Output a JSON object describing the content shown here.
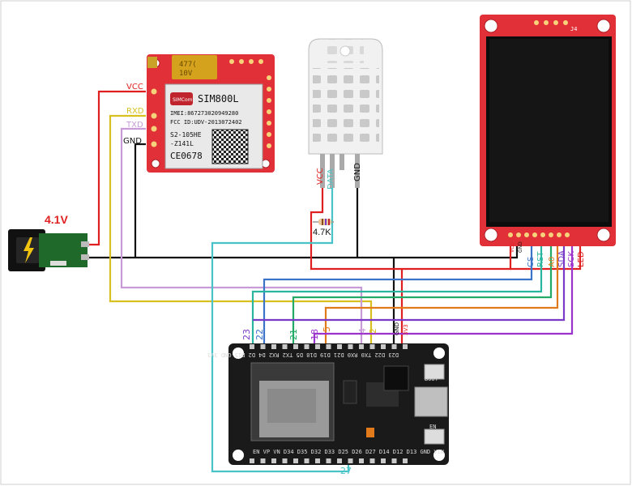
{
  "colors": {
    "vcc": "#e02020",
    "gnd": "#111111",
    "rxd": "#d8c020",
    "txd": "#c89ad8",
    "data": "#49c3c7",
    "blue": "#3a73c8",
    "teal": "#2ab5a0",
    "green": "#22aa66",
    "orange": "#e07a1a",
    "purple": "#7a3ac8",
    "violet": "#9c33cc",
    "red_board": "#e23038",
    "esp_black": "#1a1a1a"
  },
  "battery": {
    "voltage_label": "4.1V",
    "icon": "lightning-bolt-icon"
  },
  "sim800l": {
    "title": "SIM800L",
    "imei": "IMEI:867273020949280",
    "fcc": "FCC ID:UDV-2013072402",
    "model1": "S2-105HE",
    "model2": "-Z141L",
    "ce": "CE0678",
    "pins": {
      "vcc": "VCC",
      "rxd": "RXD",
      "txd": "TXD",
      "gnd": "GND"
    }
  },
  "dht": {
    "pins": {
      "vcc": "VCC",
      "data": "DATA",
      "gnd": "GND"
    }
  },
  "resistor": {
    "label": "4.7K"
  },
  "tft": {
    "pins": [
      "VCC",
      "GND",
      "CS",
      "RST",
      "A0",
      "SDA",
      "SCK",
      "LED"
    ],
    "header_label": "J4"
  },
  "esp32": {
    "wire_labels": [
      "23",
      "22",
      "21",
      "18",
      "5",
      "4",
      "2",
      "GND",
      "3V3",
      "27"
    ],
    "top_pins": "D23 D22 TX0 RX0 D21 D19 D18 D5 TX2 RX2 D4 D2 D15 GND 3V3",
    "bottom_pins": "EN VP VN D34 D35 D32 D33 D25 D26 D27 D14 D12 D13 GND VIN",
    "boot": "BOOT",
    "en": "EN"
  }
}
